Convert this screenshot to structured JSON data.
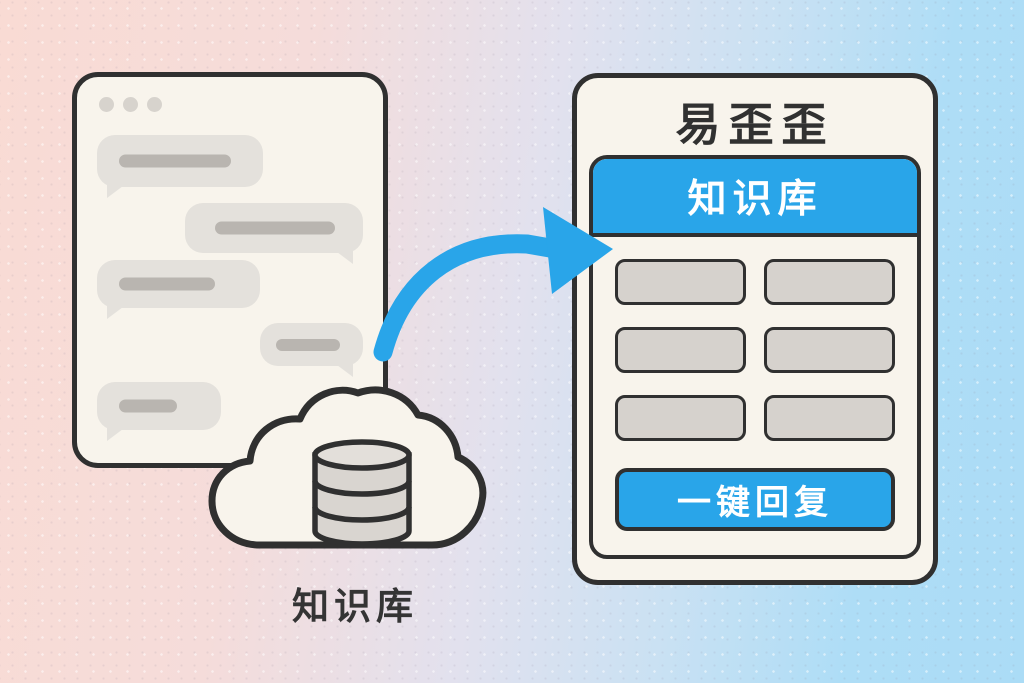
{
  "colors": {
    "accent_blue": "#29A5E9",
    "outline": "#303030",
    "card_fill": "#F8F4EC",
    "bubble_gray": "#E4E1DC",
    "bubble_line": "#B9B5B0",
    "button_gray": "#D6D2CD",
    "dot_gray": "#D7D3CD",
    "background_left": "#F9DBD4",
    "background_mid": "#E2E1EE",
    "background_right": "#AEDDF6"
  },
  "chat_window": {
    "window_dots_count": 3,
    "bubbles": [
      {
        "side": "left",
        "size": "normal"
      },
      {
        "side": "right",
        "size": "normal"
      },
      {
        "side": "left",
        "size": "normal"
      },
      {
        "side": "right",
        "size": "small"
      },
      {
        "side": "left",
        "size": "small"
      }
    ]
  },
  "cloud": {
    "label": "知识库",
    "icon": "database-icon"
  },
  "arrow": {
    "direction": "right",
    "color": "#29A5E9"
  },
  "app_panel": {
    "title": "易歪歪",
    "header_label": "知识库",
    "grid": {
      "rows": 3,
      "cols": 2
    },
    "action_button_label": "一键回复"
  }
}
